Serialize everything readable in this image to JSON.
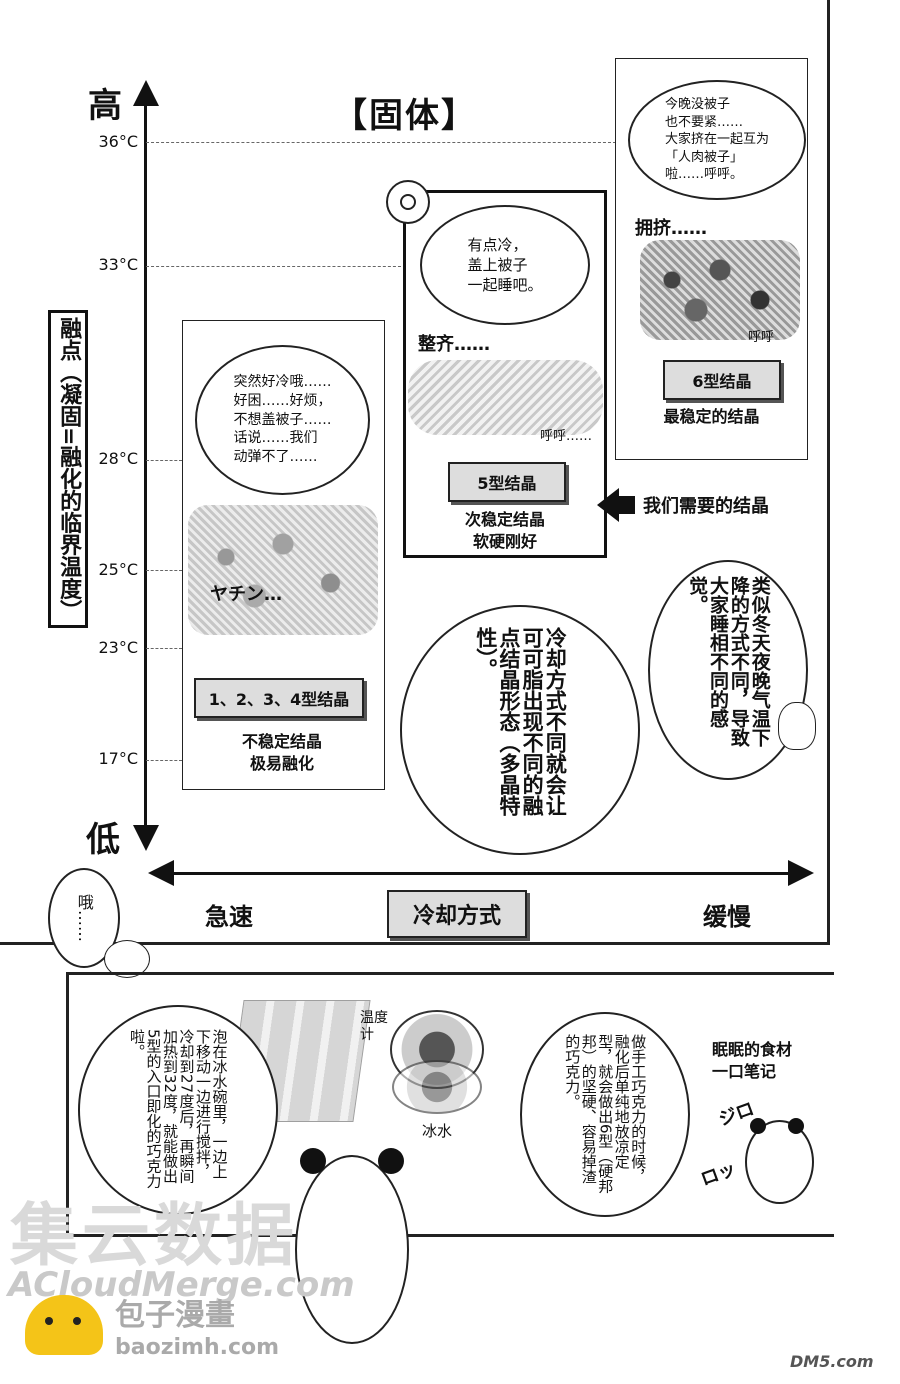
{
  "chart": {
    "y_high": "高",
    "y_low": "低",
    "title": "【固体】",
    "y_label": "融点（凝固=融化的临界温度）",
    "ticks": [
      "36°C",
      "33°C",
      "28°C",
      "25°C",
      "23°C",
      "17°C"
    ],
    "x_label": "冷却方式",
    "x_fast": "急速",
    "x_slow": "缓慢"
  },
  "panels": {
    "left": {
      "bubble": "突然好冷哦……\n好困……好烦，\n不想盖被子……\n话说……我们\n动弹不了……",
      "sfx": "ヤチン…",
      "label": "1、2、3、4型结晶",
      "caption1": "不稳定结晶",
      "caption2": "极易融化"
    },
    "middle": {
      "bubble": "有点冷，\n盖上被子\n一起睡吧。",
      "sfx": "整齐……",
      "snore": "呼呼……",
      "label": "5型结晶",
      "caption1": "次稳定结晶",
      "caption2": "软硬刚好",
      "pointer": "我们需要的结晶"
    },
    "right": {
      "bubble": "今晚没被子\n也不要紧……\n大家挤在一起互为\n「人肉被子」\n啦……呼呼。",
      "sfx": "拥挤……",
      "snore": "呼呼",
      "label": "6型结晶",
      "caption1": "最稳定的结晶"
    }
  },
  "notes": {
    "center_bubble": "冷却方式不同就会让可可脂出现不同的融点结晶形态（多晶特性）。",
    "right_bubble": "类似冬天夜晚气温下降的方式不同，导致大家睡相不同的感觉。",
    "oh_bubble": "哦……"
  },
  "bottom": {
    "left_note": "泡在冰水碗里，一边上下移动一边进行搅拌，冷却到27度后，再瞬间加热到32度，就能做出5型的入口即化的巧克力啦。",
    "thermometer": "温度计",
    "ice_water": "冰水",
    "right_note": "做手工巧克力的时候，融化后单纯地放凉定型，就会做出6型（硬邦邦）的坚硬、容易掉渣的巧克力。",
    "corner_title1": "眠眠的食材",
    "corner_title2": "一口笔记",
    "sfx_stare": "ジロ",
    "sfx_dot": "ロッ"
  },
  "watermarks": {
    "wm1": "集云数据",
    "wm2": "ACloudMerge.com",
    "wm3": "包子漫畫",
    "wm4": "baozimh.com",
    "wm5": "DM5.com"
  }
}
